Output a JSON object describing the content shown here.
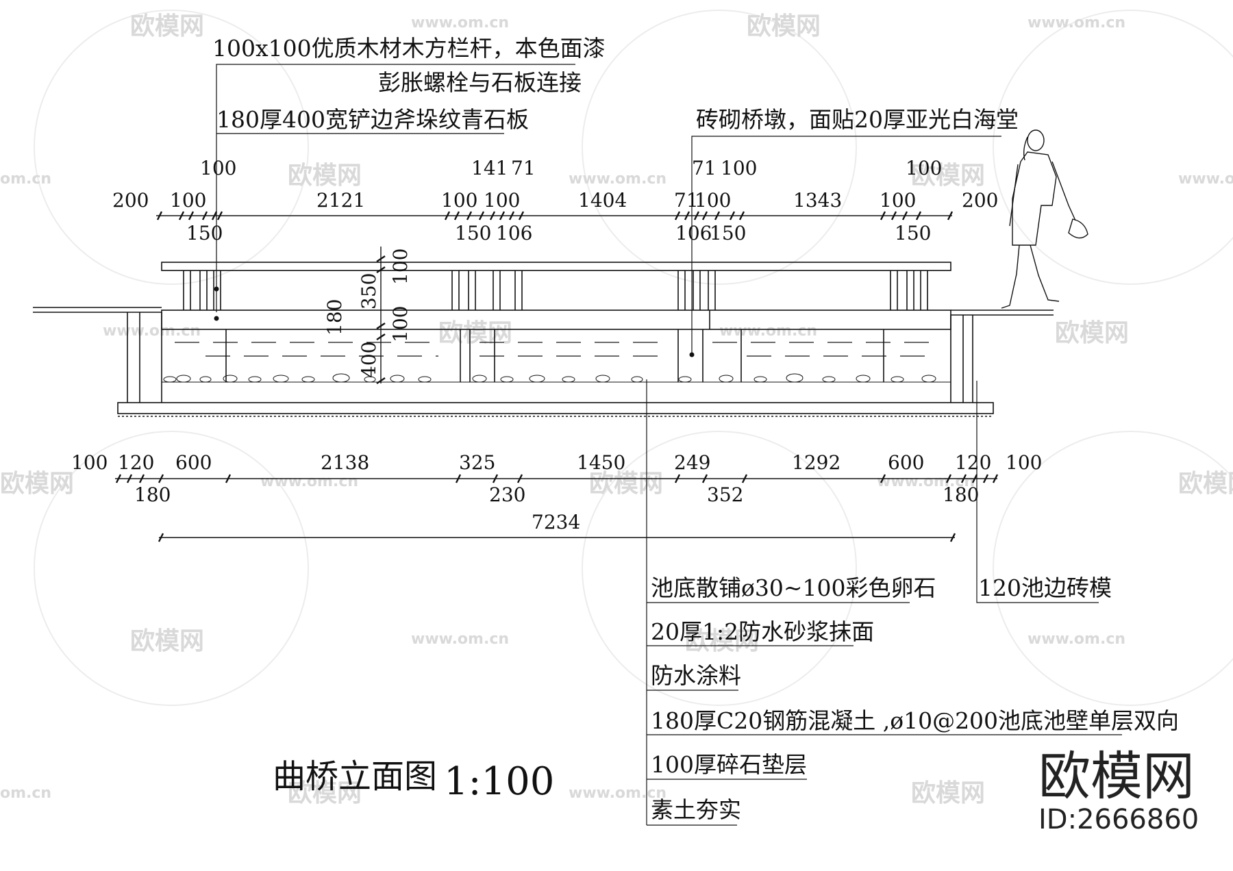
{
  "annotations": {
    "railing": "100x100优质木材木方栏杆，本色面漆",
    "bolt": "彭胀螺栓与石板连接",
    "slab": "180厚400宽铲边斧垛纹青石板",
    "pier": "砖砌桥墩，面贴20厚亚光白海堂",
    "pebble": "池底散铺ø30~100彩色卵石",
    "mortar": "20厚1:2防水砂浆抹面",
    "coating": "防水涂料",
    "concrete": "180厚C20钢筋混凝土 ,ø10@200池底池壁单层双向",
    "gravel": "100厚碎石垫层",
    "soil": "素土夯实",
    "brick": "120池边砖模"
  },
  "title": {
    "text": "曲桥立面图",
    "scale": "1:100"
  },
  "brand": {
    "logo": "欧模网",
    "id": "ID:2666860"
  },
  "watermark": {
    "logo": "欧模网",
    "url": "www.om.cn",
    "url_short": "om.cn"
  },
  "dimensions": {
    "top_row1": [
      "100",
      "141",
      "71",
      "71",
      "100",
      "100"
    ],
    "top_row2": [
      "200",
      "100",
      "2121",
      "100",
      "100",
      "1404",
      "71",
      "100",
      "1343",
      "100",
      "200"
    ],
    "top_row3": [
      "150",
      "150",
      "106",
      "106",
      "150",
      "150"
    ],
    "vertical": [
      "100",
      "350",
      "180",
      "100",
      "400"
    ],
    "bottom_row1": [
      "100",
      "120",
      "600",
      "2138",
      "325",
      "1450",
      "249",
      "1292",
      "600",
      "120",
      "100"
    ],
    "bottom_row2": [
      "180",
      "230",
      "352",
      "180"
    ],
    "total": "7234"
  },
  "colors": {
    "line": "#111111",
    "watermark": "#d6d6d6",
    "brand": "#222222"
  }
}
